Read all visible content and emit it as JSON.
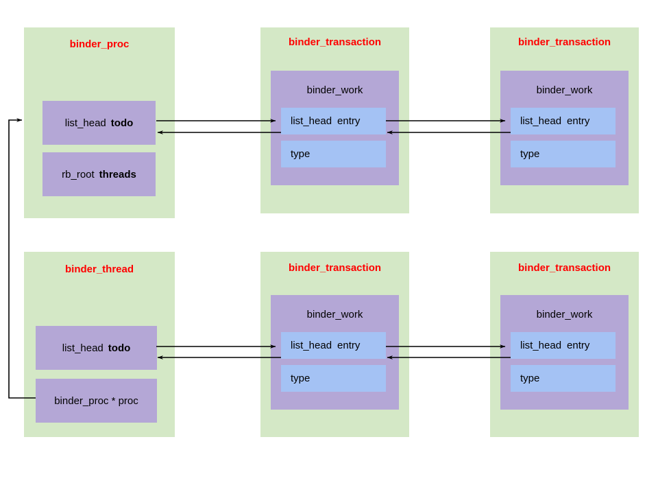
{
  "diagram": {
    "title": "binder_proc / binder_thread todo lists of binder_transaction work items",
    "colors": {
      "card_background": "#d4e8c6",
      "field_background": "#b4a7d6",
      "subfield_background": "#a4c2f4",
      "title_text": "#ff0000",
      "body_text": "#000000",
      "connector": "#000000",
      "page_background": "#ffffff"
    },
    "cards": [
      {
        "id": "binder-proc",
        "title": "binder_proc",
        "fields": [
          {
            "id": "proc-todo",
            "type": "list_head",
            "name": "todo",
            "bold_name": true
          },
          {
            "id": "proc-threads",
            "type": "rb_root",
            "name": "threads",
            "bold_name": true
          }
        ]
      },
      {
        "id": "transaction-top-1",
        "title": "binder_transaction",
        "work_label": "binder_work",
        "subfields": [
          {
            "id": "tx-top-1-entry",
            "type": "list_head",
            "name": "entry"
          },
          {
            "id": "tx-top-1-type",
            "type": "type",
            "name": ""
          }
        ]
      },
      {
        "id": "transaction-top-2",
        "title": "binder_transaction",
        "work_label": "binder_work",
        "subfields": [
          {
            "id": "tx-top-2-entry",
            "type": "list_head",
            "name": "entry"
          },
          {
            "id": "tx-top-2-type",
            "type": "type",
            "name": ""
          }
        ]
      },
      {
        "id": "binder-thread",
        "title": "binder_thread",
        "fields": [
          {
            "id": "thread-todo",
            "type": "list_head",
            "name": "todo",
            "bold_name": true
          },
          {
            "id": "thread-proc",
            "type": "binder_proc * ",
            "name": "proc",
            "bold_name": false
          }
        ]
      },
      {
        "id": "transaction-bottom-1",
        "title": "binder_transaction",
        "work_label": "binder_work",
        "subfields": [
          {
            "id": "tx-bot-1-entry",
            "type": "list_head",
            "name": "entry"
          },
          {
            "id": "tx-bot-1-type",
            "type": "type",
            "name": ""
          }
        ]
      },
      {
        "id": "transaction-bottom-2",
        "title": "binder_transaction",
        "work_label": "binder_work",
        "subfields": [
          {
            "id": "tx-bot-2-entry",
            "type": "list_head",
            "name": "entry"
          },
          {
            "id": "tx-bot-2-type",
            "type": "type",
            "name": ""
          }
        ]
      }
    ],
    "labels": {
      "binder_proc_title": "binder_proc",
      "binder_thread_title": "binder_thread",
      "binder_transaction_title": "binder_transaction",
      "binder_work": "binder_work",
      "list_head": "list_head",
      "rb_root": "rb_root",
      "todo": "todo",
      "threads": "threads",
      "entry": "entry",
      "type": "type",
      "binder_proc_ptr": "binder_proc * proc"
    },
    "connectors": [
      {
        "id": "proc-todo-to-tx1-entry",
        "from": "proc-todo",
        "to": "tx-top-1-entry",
        "direction": "forward"
      },
      {
        "id": "tx1-entry-to-proc-todo",
        "from": "tx-top-1-entry",
        "to": "proc-todo",
        "direction": "backward"
      },
      {
        "id": "tx1-entry-to-tx2-entry",
        "from": "tx-top-1-entry",
        "to": "tx-top-2-entry",
        "direction": "forward"
      },
      {
        "id": "tx2-entry-to-tx1-entry",
        "from": "tx-top-2-entry",
        "to": "tx-top-1-entry",
        "direction": "backward"
      },
      {
        "id": "thread-todo-to-txb1-entry",
        "from": "thread-todo",
        "to": "tx-bot-1-entry",
        "direction": "forward"
      },
      {
        "id": "txb1-entry-to-thread-todo",
        "from": "tx-bot-1-entry",
        "to": "thread-todo",
        "direction": "backward"
      },
      {
        "id": "txb1-entry-to-txb2-entry",
        "from": "tx-bot-1-entry",
        "to": "tx-bot-2-entry",
        "direction": "forward"
      },
      {
        "id": "txb2-entry-to-txb1-entry",
        "from": "tx-bot-2-entry",
        "to": "tx-bot-1-entry",
        "direction": "backward"
      },
      {
        "id": "thread-proc-to-binder-proc",
        "from": "thread-proc",
        "to": "binder-proc",
        "direction": "forward"
      }
    ]
  }
}
